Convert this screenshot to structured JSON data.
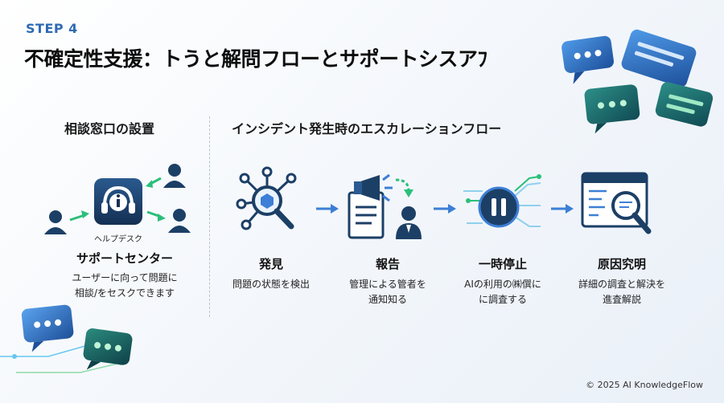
{
  "header": {
    "step": "STEP 4",
    "title": "不確定性支援：トうと解問フローとサポートシスアﾌ"
  },
  "left": {
    "section_title": "相談窓口の設置",
    "icon_label": "ヘルプデスク",
    "heading": "サポートセンター",
    "desc_line1": "ユーザーに向って問題に",
    "desc_line2": "相談/をセスクできます"
  },
  "right": {
    "section_title": "インシデント発生時のエスカレーションフロー",
    "steps": [
      {
        "title": "発見",
        "line1": "問題の状態を検出",
        "line2": ""
      },
      {
        "title": "報告",
        "line1": "管理による管者を",
        "line2": "通知知る"
      },
      {
        "title": "一時停止",
        "line1": "AIの利用の㈱僎に",
        "line2": "に調査する"
      },
      {
        "title": "原因究明",
        "line1": "詳細の調査と解決を",
        "line2": "進査解説"
      }
    ]
  },
  "footer": {
    "copyright": "© 2025 AI KnowledgeFlow"
  },
  "colors": {
    "accent": "#2f6bb3",
    "navy": "#1c3f66",
    "green": "#2bbf7a",
    "arrow": "#3d7fd6"
  }
}
